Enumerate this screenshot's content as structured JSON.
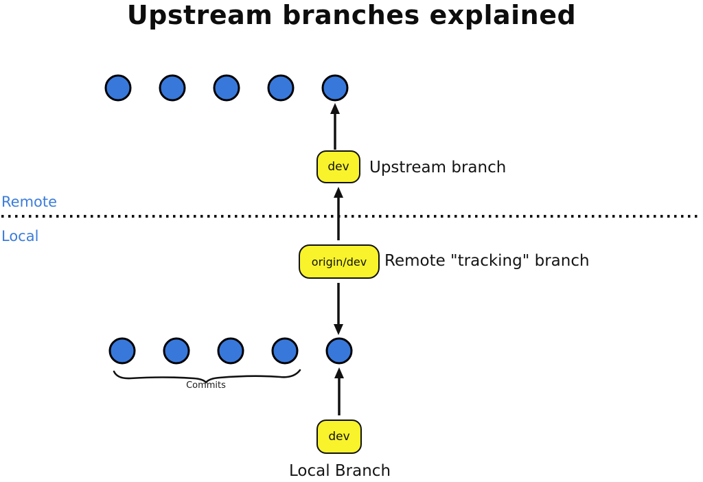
{
  "title": "Upstream branches explained",
  "colors": {
    "commit_blue": "#3878DB",
    "branch_yellow": "#F8F32B",
    "label_blue": "#3B7CDB",
    "line_black": "#111111"
  },
  "sections": {
    "remote_label": "Remote",
    "local_label": "Local"
  },
  "upstream": {
    "branch_tag": "dev",
    "caption": "Upstream branch",
    "commit_count": 5
  },
  "tracking": {
    "branch_tag": "origin/dev",
    "caption": "Remote \"tracking\" branch"
  },
  "local": {
    "branch_tag": "dev",
    "caption": "Local Branch",
    "commit_count": 5,
    "commits_brace_label": "Commits"
  }
}
